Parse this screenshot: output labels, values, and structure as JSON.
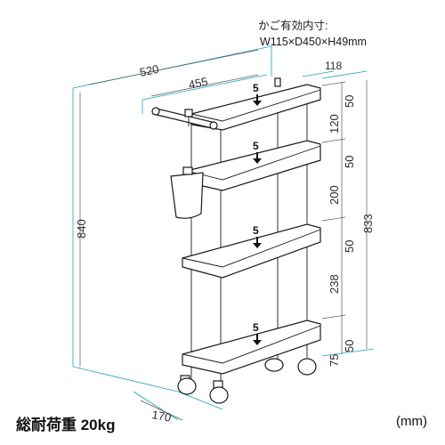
{
  "note": {
    "line1": "かご有効内寸:",
    "line2": "W115×D450×H49mm"
  },
  "dimensions": {
    "depth_overall": "520",
    "depth_shelf": "455",
    "width_shelf": "118",
    "height_overall": "840",
    "height_frame": "833",
    "width_overall": "170",
    "gap_1": "120",
    "gap_2": "200",
    "gap_3": "238",
    "gap_bottom": "75",
    "shelf_depth_1": "50",
    "shelf_depth_2": "50",
    "shelf_depth_3": "50",
    "shelf_depth_4": "50"
  },
  "shelf_loads": [
    "5",
    "5",
    "5",
    "5"
  ],
  "footer": {
    "load": "総耐荷重 20kg",
    "unit": "(mm)"
  },
  "colors": {
    "guide": "#1aa3c0",
    "line": "#1a1a1a"
  }
}
